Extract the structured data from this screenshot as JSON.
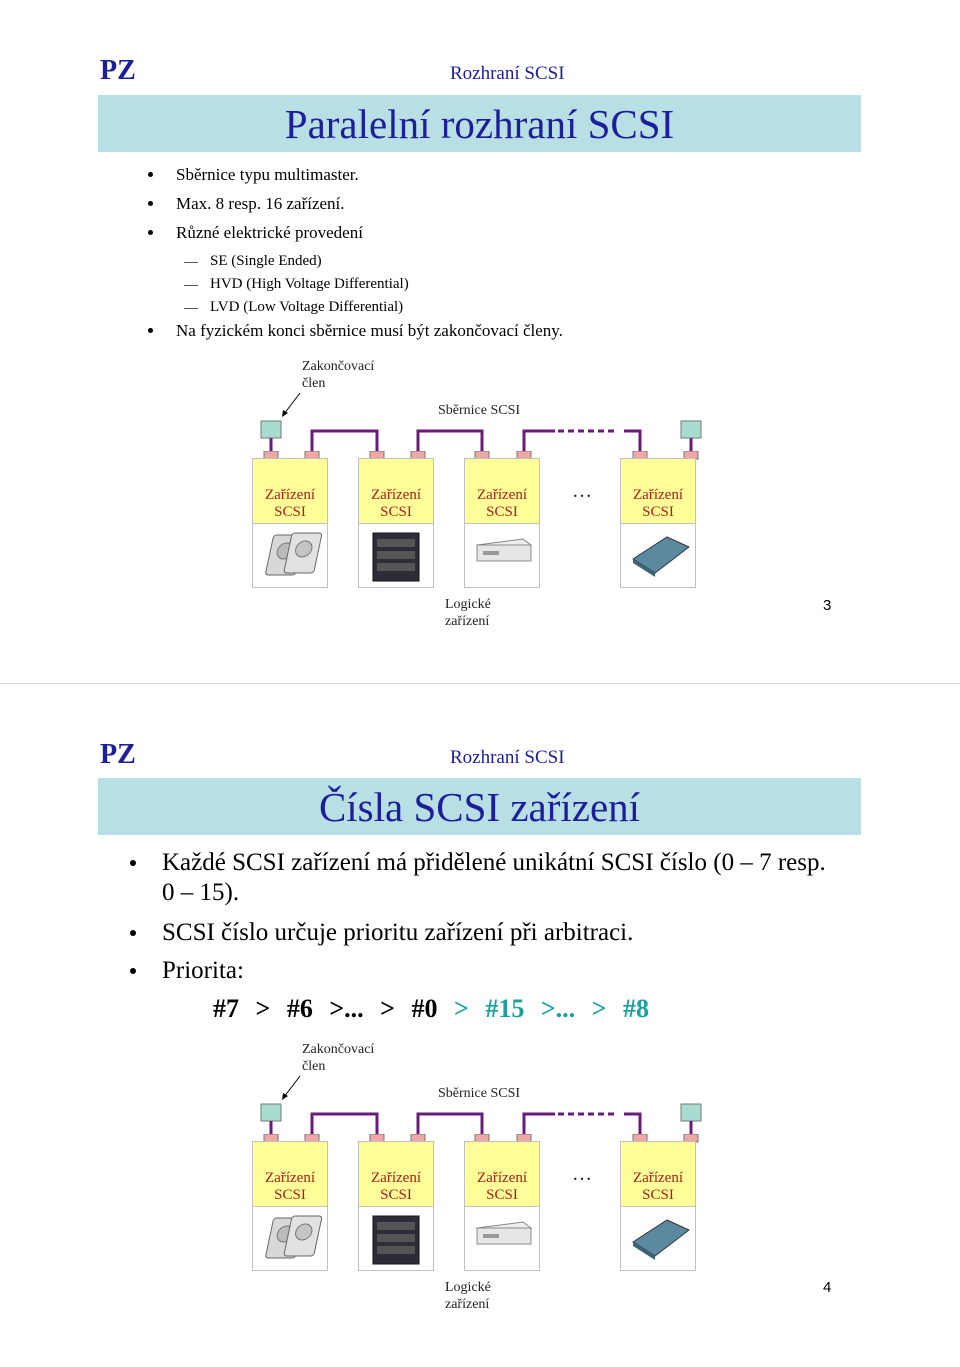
{
  "slide1": {
    "logo": "PZ",
    "topic": "Rozhraní SCSI",
    "title": "Paralelní rozhraní SCSI",
    "bullets": [
      {
        "level": 1,
        "text": "Sběrnice typu multimaster."
      },
      {
        "level": 1,
        "text": "Max. 8 resp. 16 zařízení."
      },
      {
        "level": 1,
        "text": "Různé elektrické provedení"
      },
      {
        "level": 2,
        "text": "SE (Single Ended)"
      },
      {
        "level": 2,
        "text": "HVD (High Voltage Differential)"
      },
      {
        "level": 2,
        "text": "LVD (Low Voltage Differential)"
      },
      {
        "level": 1,
        "text": "Na fyzickém konci sběrnice musí být zakončovací členy."
      }
    ],
    "page_number": "3"
  },
  "slide2": {
    "logo": "PZ",
    "topic": "Rozhraní SCSI",
    "title": "Čísla SCSI zařízení",
    "bullets": [
      "Každé SCSI zařízení má přidělené unikátní SCSI číslo (0 – 7 resp. 0 – 15).",
      "SCSI číslo určuje prioritu zařízení při arbitraci.",
      "Priorita:"
    ],
    "priority_black": [
      "#7",
      ">",
      "#6",
      ">...",
      ">",
      "#0"
    ],
    "priority_teal": [
      ">",
      "#15",
      ">...",
      ">",
      "#8"
    ],
    "page_number": "4"
  },
  "diagram": {
    "terminator_label_1": "Zakončovací",
    "terminator_label_2": "člen",
    "bus_label": "Sběrnice SCSI",
    "device_label_1": "Zařízení",
    "device_label_2": "SCSI",
    "ellipsis": "…",
    "logical_label_1": "Logické",
    "logical_label_2": "zařízení",
    "devices": [
      "hard-disks",
      "disk-array",
      "optical-drive",
      "scanner"
    ]
  },
  "colors": {
    "brand": "#1c1e9b",
    "banner": "#b8e0e4",
    "device_fill": "#ffff99",
    "device_text": "#b01a1a",
    "bus_line": "#6a1b7a",
    "connector": "#f2a7a7",
    "terminator": "#a8dcd0",
    "priority_teal": "#1aa0a0"
  }
}
